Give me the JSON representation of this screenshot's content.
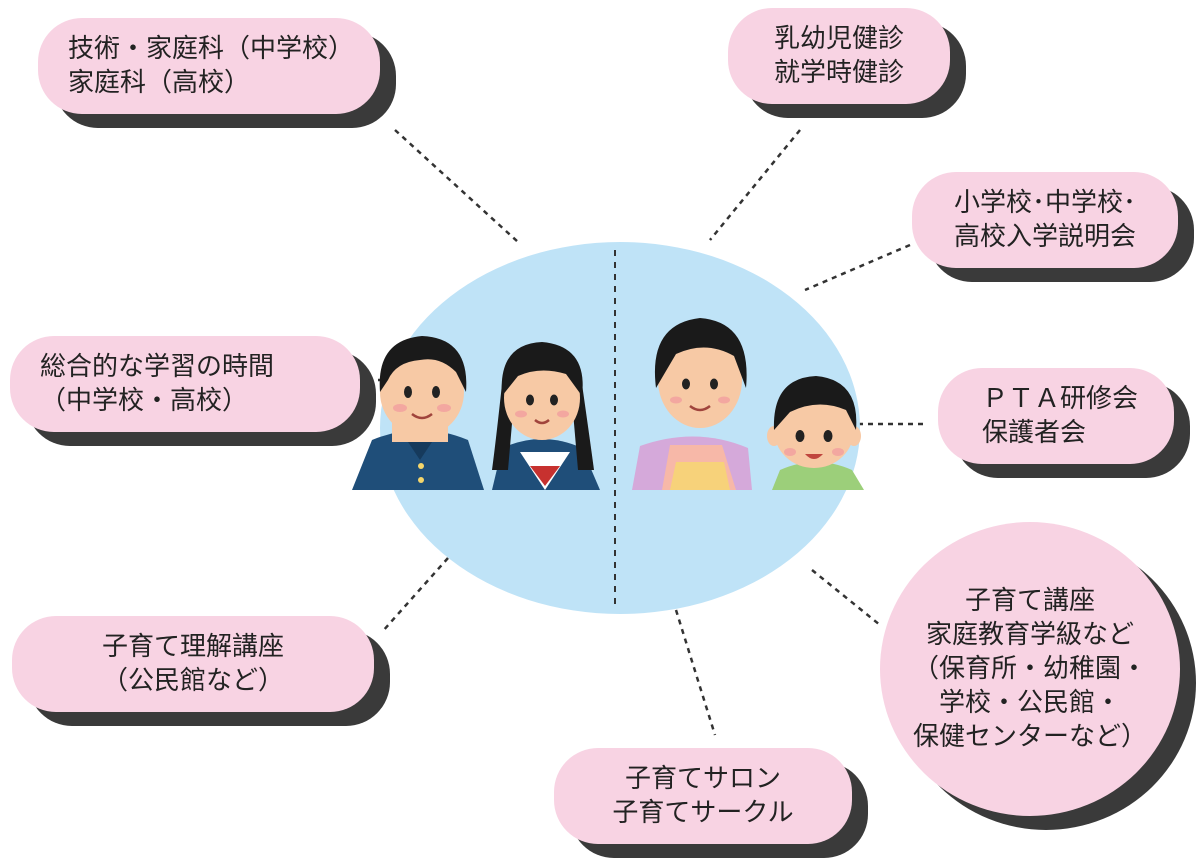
{
  "nodes": {
    "tech_home": [
      "技術・家庭科（中学校）",
      "家庭科（高校）"
    ],
    "infant_checkup": [
      "乳幼児健診",
      "就学時健診"
    ],
    "school_briefing": [
      "小学校･中学校･",
      "高校入学説明会"
    ],
    "integrated_study": [
      "総合的な学習の時間",
      "（中学校・高校）"
    ],
    "pta": [
      "ＰＴＡ研修会",
      "保護者会"
    ],
    "parenting_understanding": [
      "子育て理解講座",
      "（公民館など）"
    ],
    "parenting_class": [
      "子育て講座",
      "家庭教育学級など",
      "（保育所・幼稚園・",
      "学校・公民館・",
      "保健センターなど）"
    ],
    "salon": [
      "子育てサロン",
      "子育てサークル"
    ]
  },
  "colors": {
    "bubble_fill": "#f8d3e3",
    "bubble_shadow": "#3a3a3a",
    "center_ellipse": "#bfe3f7",
    "connector": "#333333"
  }
}
